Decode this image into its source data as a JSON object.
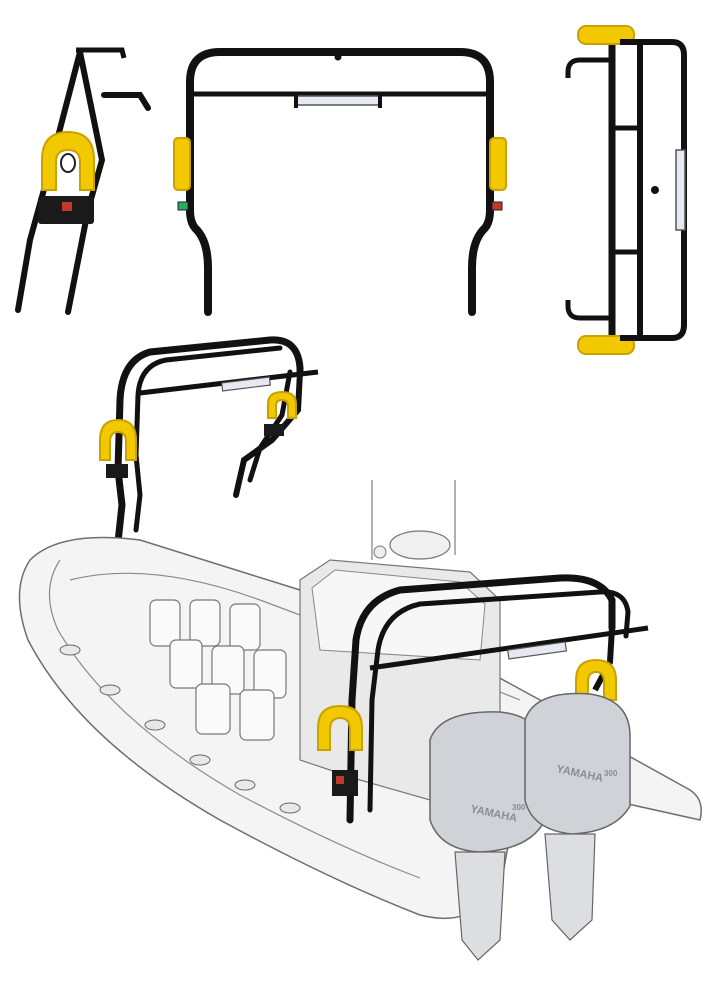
{
  "colors": {
    "frame": "#111111",
    "yellow": "#f2c800",
    "yellow_dark": "#c9a100",
    "hull_line": "#6e6e6e",
    "hull_fill": "#f4f4f4",
    "engine_fill": "#cfd2d6",
    "glass": "#e9e9e9",
    "nav_red": "#c0392b",
    "nav_green": "#27ae60",
    "light_tube": "#e6e9f2"
  },
  "engines": {
    "brand_left": "YAMAHA",
    "brand_right": "YAMAHA",
    "model_left": "300",
    "model_right": "300"
  },
  "views": {
    "side_view": "side-elevation",
    "rear_view": "rear-elevation",
    "top_view": "plan-view",
    "iso_view": "isometric-frame",
    "boat_view": "installed-on-rib"
  }
}
